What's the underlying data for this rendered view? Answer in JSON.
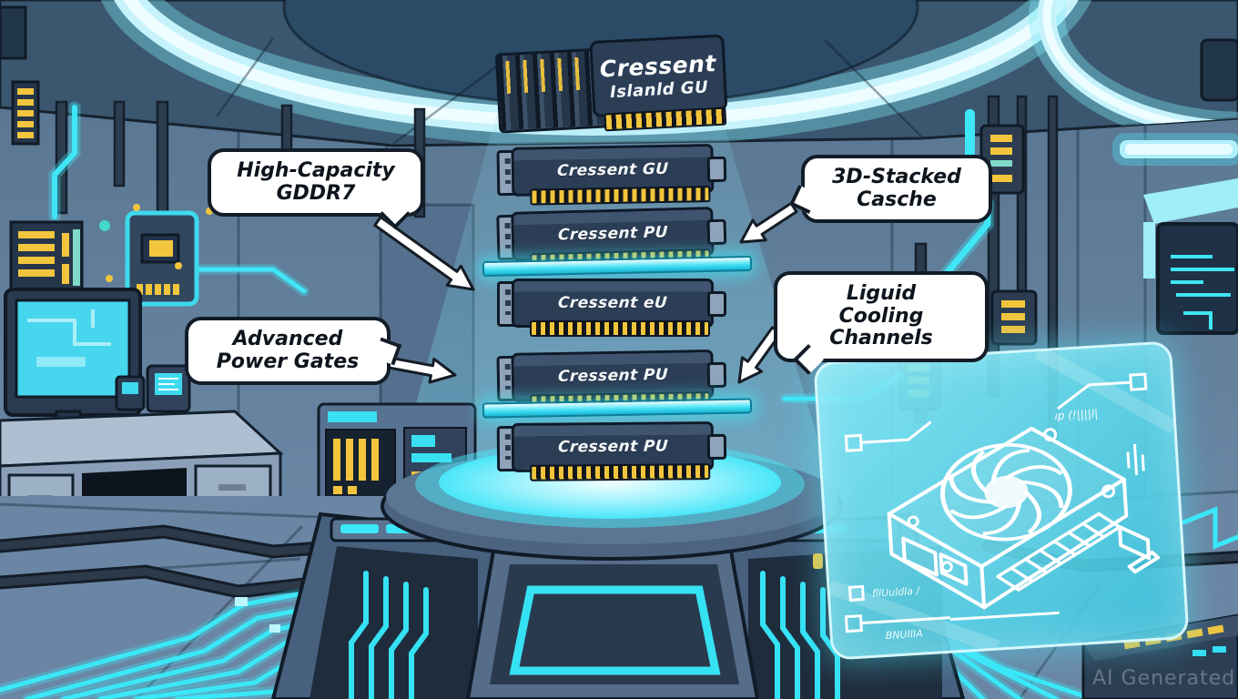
{
  "scene": {
    "watermark": "AI Generated"
  },
  "stack": {
    "top": {
      "line1": "Cressent",
      "line2": "Islanld GU"
    },
    "modules": [
      {
        "label": "Cressent GU"
      },
      {
        "label": "Cressent PU"
      },
      {
        "label": "Cressent eU"
      },
      {
        "label": "Cressent PU"
      },
      {
        "label": "Cressent PU"
      }
    ]
  },
  "callouts": {
    "gddr7": {
      "line1": "High-Capacity",
      "line2": "GDDR7"
    },
    "cache": {
      "line1": "3D-Stacked",
      "line2": "Casche"
    },
    "power": {
      "line1": "Advanced",
      "line2": "Power Gates"
    },
    "cooling": {
      "line1": "Liguid",
      "line2": "Cooling Channels"
    }
  },
  "hologram": {
    "glyphs": [
      "ıp (!||||l|",
      "fllUuldla /",
      "BNUIIIA"
    ]
  },
  "colors": {
    "accent_cyan": "#38e2f4",
    "glow_core": "#aef7ff",
    "gold": "#f2c53d",
    "module_navy": "#2c3e56",
    "bubble_border": "#121c27",
    "wall": "#5f7d9b"
  }
}
